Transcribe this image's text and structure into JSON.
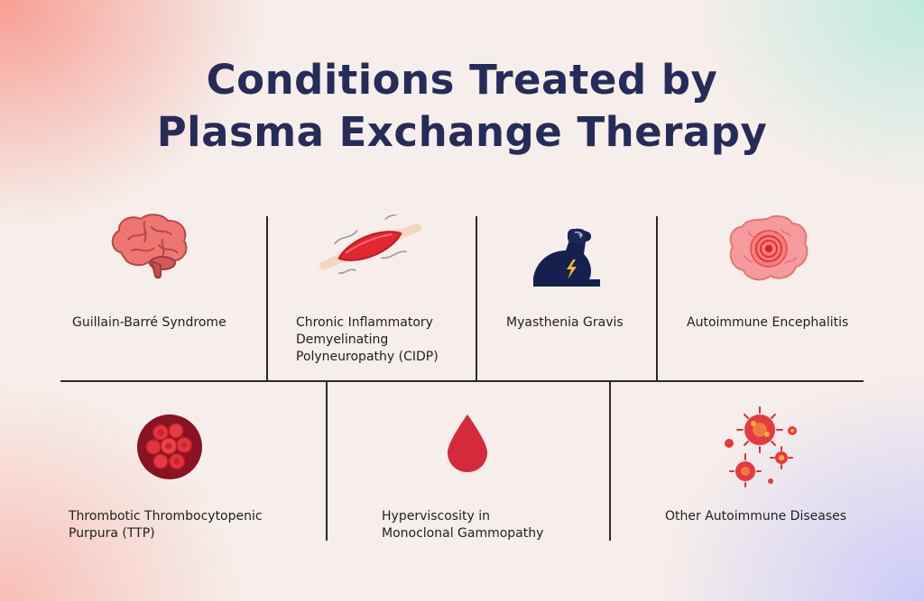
{
  "title": {
    "line1": "Conditions Treated by",
    "line2": "Plasma Exchange Therapy"
  },
  "conditions": [
    {
      "lines": [
        "Guillain-Barré Syndrome"
      ],
      "icon": "brain-icon"
    },
    {
      "lines": [
        "Chronic Inflammatory",
        "Demyelinating",
        "Polyneuropathy (CIDP)"
      ],
      "icon": "muscle-fiber-icon"
    },
    {
      "lines": [
        "Myasthenia Gravis"
      ],
      "icon": "flexed-arm-icon"
    },
    {
      "lines": [
        "Autoimmune Encephalitis"
      ],
      "icon": "inflamed-tissue-icon"
    },
    {
      "lines": [
        "Thrombotic Thrombocytopenic",
        "Purpura (TTP)"
      ],
      "icon": "blood-cells-icon"
    },
    {
      "lines": [
        "Hyperviscosity in",
        "Monoclonal Gammopathy"
      ],
      "icon": "blood-drop-icon"
    },
    {
      "lines": [
        "Other Autoimmune Diseases"
      ],
      "icon": "virus-icon"
    }
  ],
  "colors": {
    "title": "#262b59",
    "red": "#e0303c",
    "navy": "#15204f",
    "lines": "#2a2a2a"
  }
}
